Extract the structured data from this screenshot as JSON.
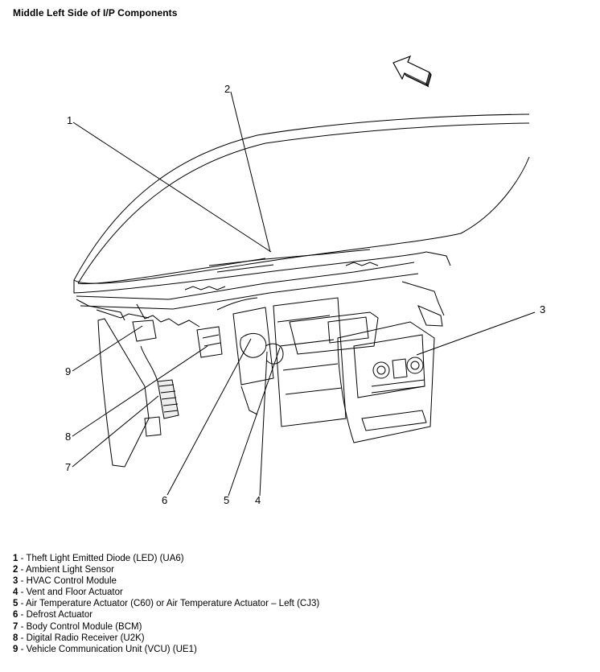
{
  "title": "Middle Left Side of I/P Components",
  "callouts": [
    "1",
    "2",
    "3",
    "4",
    "5",
    "6",
    "7",
    "8",
    "9"
  ],
  "legend": [
    {
      "num": "1",
      "text": " - Theft Light Emitted Diode (LED) (UA6)"
    },
    {
      "num": "2",
      "text": " - Ambient Light Sensor"
    },
    {
      "num": "3",
      "text": " - HVAC Control Module"
    },
    {
      "num": "4",
      "text": " - Vent and Floor Actuator"
    },
    {
      "num": "5",
      "text": " - Air Temperature Actuator (C60) or Air Temperature Actuator – Left (CJ3)"
    },
    {
      "num": "6",
      "text": " - Defrost Actuator"
    },
    {
      "num": "7",
      "text": " - Body Control Module (BCM)"
    },
    {
      "num": "8",
      "text": " - Digital Radio Receiver (U2K)"
    },
    {
      "num": "9",
      "text": " - Vehicle Communication Unit (VCU) (UE1)"
    }
  ]
}
